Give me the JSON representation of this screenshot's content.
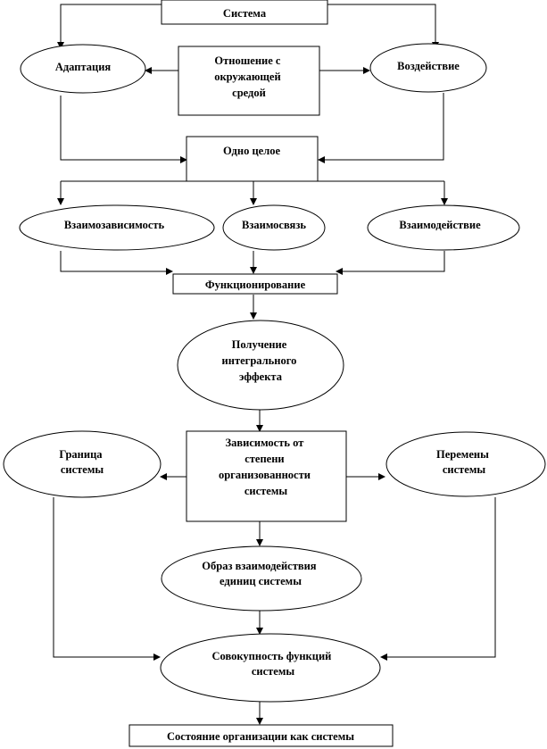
{
  "diagram": {
    "nodes": {
      "sistema": [
        "Система"
      ],
      "otnoshenie": [
        "Отношение с",
        "окружающей",
        "средой"
      ],
      "adaptaciya": [
        "Адаптация"
      ],
      "vozdeystvie": [
        "Воздействие"
      ],
      "odno_celoe": [
        "Одно целое"
      ],
      "vzaimozavisimost": [
        "Взаимозависимость"
      ],
      "vzaimosvyaz": [
        "Взаимосвязь"
      ],
      "vzaimodeystvie": [
        "Взаимодействие"
      ],
      "funkcionirovanie": [
        "Функционирование"
      ],
      "poluchenie": [
        "Получение",
        "интегрального",
        "эффекта"
      ],
      "zavisimost": [
        "Зависимость от",
        "степени",
        "организованности",
        "системы"
      ],
      "granica": [
        "Граница",
        "системы"
      ],
      "peremeny": [
        "Перемены",
        "системы"
      ],
      "obraz": [
        "Образ взаимодействия",
        "единиц системы"
      ],
      "sovokupnost": [
        "Совокупность функций",
        "системы"
      ],
      "sostoyanie": [
        "Состояние организации как системы"
      ]
    }
  }
}
